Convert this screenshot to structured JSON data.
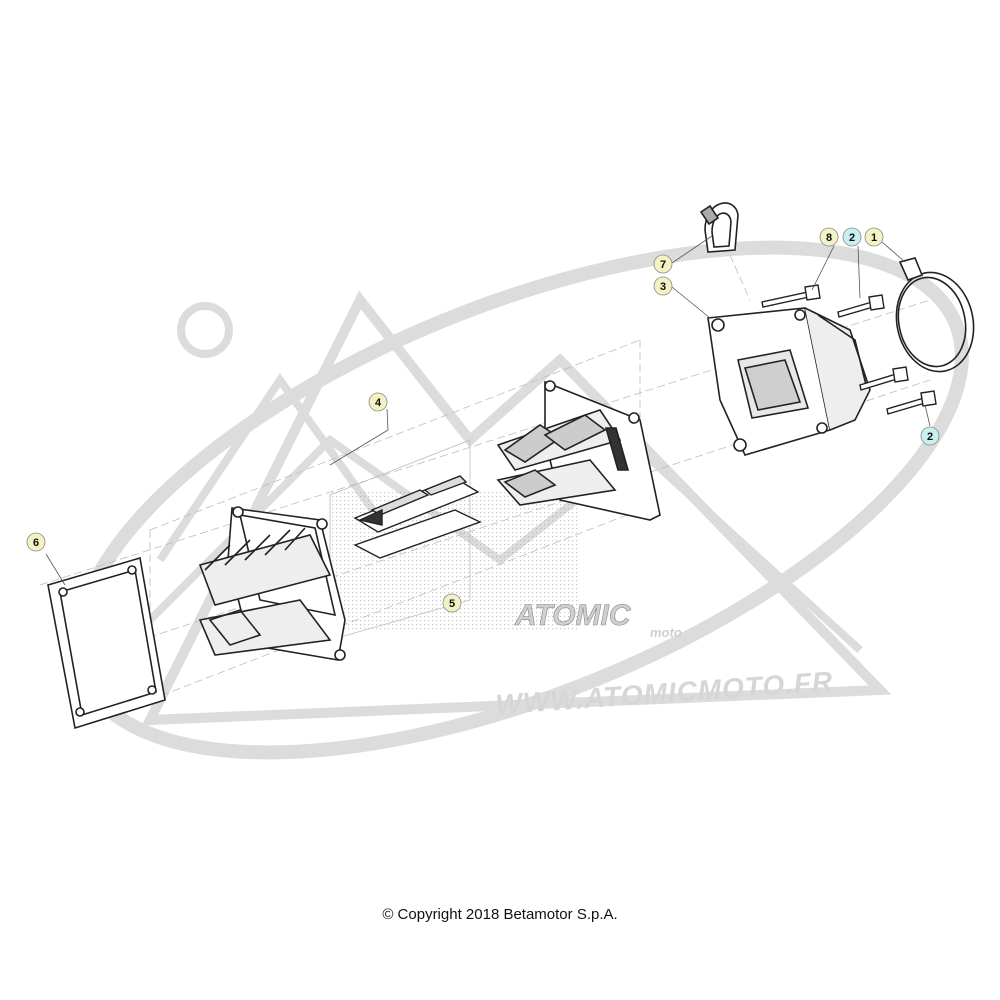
{
  "watermark": {
    "brand": "ATOMIC",
    "brand_sub": "moto",
    "url": "WWW.ATOMICMOTO.FR"
  },
  "callouts": [
    {
      "id": "callout-1",
      "number": "1",
      "color": "#f3f2c4"
    },
    {
      "id": "callout-2a",
      "number": "2",
      "color": "#c8f0f0"
    },
    {
      "id": "callout-2b",
      "number": "2",
      "color": "#c8f0f0"
    },
    {
      "id": "callout-3",
      "number": "3",
      "color": "#f3f2c4"
    },
    {
      "id": "callout-4",
      "number": "4",
      "color": "#f3f2c4"
    },
    {
      "id": "callout-5",
      "number": "5",
      "color": "#f3f2c4"
    },
    {
      "id": "callout-6",
      "number": "6",
      "color": "#f3f2c4"
    },
    {
      "id": "callout-7",
      "number": "7",
      "color": "#f3f2c4"
    },
    {
      "id": "callout-8",
      "number": "8",
      "color": "#f3f2c4"
    }
  ],
  "copyright": "© Copyright 2018 Betamotor S.p.A."
}
